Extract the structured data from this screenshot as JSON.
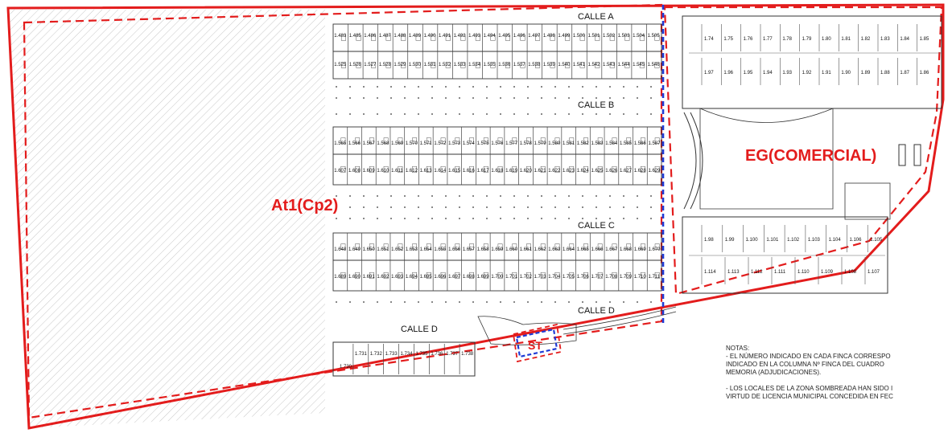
{
  "colors": {
    "red": "#e31c1c",
    "blue": "#1f3bd6",
    "line": "#333333"
  },
  "zones": {
    "at1": "At1(Cp2)",
    "eg": "EG(COMERCIAL)",
    "st": "ST"
  },
  "streets": {
    "a": "CALLE A",
    "b": "CALLE B",
    "c": "CALLE C",
    "d_right": "CALLE D",
    "d_left": "CALLE D"
  },
  "lots": {
    "row_a_top": [
      "1.483",
      "1.485",
      "1.486",
      "1.487",
      "1.488",
      "1.489",
      "1.490",
      "1.491",
      "1.492",
      "1.493",
      "1.494",
      "1.495",
      "1.496",
      "1.497",
      "1.498",
      "1.499",
      "1.500",
      "1.501",
      "1.502",
      "1.503",
      "1.504",
      "1.505"
    ],
    "row_a_bottom": [
      "1.525",
      "1.526",
      "1.527",
      "1.528",
      "1.529",
      "1.530",
      "1.531",
      "1.532",
      "1.533",
      "1.534",
      "1.535",
      "1.536",
      "1.537",
      "1.538",
      "1.539",
      "1.540",
      "1.541",
      "1.542",
      "1.543",
      "1.544",
      "1.545",
      "1.546"
    ],
    "row_b_top": [
      "1.565",
      "1.566",
      "1.567",
      "1.568",
      "1.569",
      "1.570",
      "1.571",
      "1.572",
      "1.573",
      "1.574",
      "1.575",
      "1.576",
      "1.577",
      "1.578",
      "1.579",
      "1.580",
      "1.581",
      "1.582",
      "1.583",
      "1.584",
      "1.585",
      "1.586",
      "1.587"
    ],
    "row_b_bottom": [
      "1.607",
      "1.608",
      "1.609",
      "1.610",
      "1.611",
      "1.612",
      "1.613",
      "1.614",
      "1.615",
      "1.616",
      "1.617",
      "1.618",
      "1.619",
      "1.620",
      "1.621",
      "1.622",
      "1.623",
      "1.624",
      "1.625",
      "1.626",
      "1.627",
      "1.628",
      "1.629"
    ],
    "row_c_top": [
      "1.648",
      "1.649",
      "1.650",
      "1.651",
      "1.652",
      "1.653",
      "1.654",
      "1.655",
      "1.656",
      "1.657",
      "1.658",
      "1.659",
      "1.660",
      "1.661",
      "1.662",
      "1.663",
      "1.664",
      "1.665",
      "1.666",
      "1.667",
      "1.668",
      "1.669",
      "1.670"
    ],
    "row_c_bottom": [
      "1.689",
      "1.690",
      "1.691",
      "1.692",
      "1.693",
      "1.694",
      "1.695",
      "1.696",
      "1.697",
      "1.698",
      "1.699",
      "1.700",
      "1.701",
      "1.702",
      "1.703",
      "1.704",
      "1.705",
      "1.706",
      "1.707",
      "1.708",
      "1.709",
      "1.710",
      "1.711"
    ],
    "row_d": [
      "1.730",
      "1.731",
      "1.732",
      "1.733",
      "1.734",
      "1.735",
      "1.736",
      "1.737",
      "1.738"
    ],
    "commercial_top": [
      "1.74",
      "1.75",
      "1.76",
      "1.77",
      "1.78",
      "1.79",
      "1.80",
      "1.81",
      "1.82",
      "1.83",
      "1.84",
      "1.85"
    ],
    "commercial_mid": [
      "1.97",
      "1.96",
      "1.95",
      "1.94",
      "1.93",
      "1.92",
      "1.91",
      "1.90",
      "1.89",
      "1.88",
      "1.87",
      "1.86"
    ],
    "commercial_low": [
      "1.98",
      "1.99",
      "1.100",
      "1.101",
      "1.102",
      "1.103",
      "1.104",
      "1.106",
      "1.105"
    ],
    "commercial_bottom": [
      "1.114",
      "1.113",
      "1.112",
      "1.111",
      "1.110",
      "1.109",
      "1.108",
      "1.107"
    ]
  },
  "notes": {
    "title": "NOTAS:",
    "line1": "- EL NÚMERO INDICADO EN CADA FINCA CORRESPO",
    "line2": "INDICADO EN LA COLUMNA Nº FINCA DEL CUADRO",
    "line3": "MEMORIA (ADJUDICACIONES).",
    "line4": "- LOS LOCALES DE LA ZONA SOMBREADA HAN SIDO I",
    "line5": "VIRTUD DE LICENCIA MUNICIPAL CONCEDIDA EN FEC"
  }
}
